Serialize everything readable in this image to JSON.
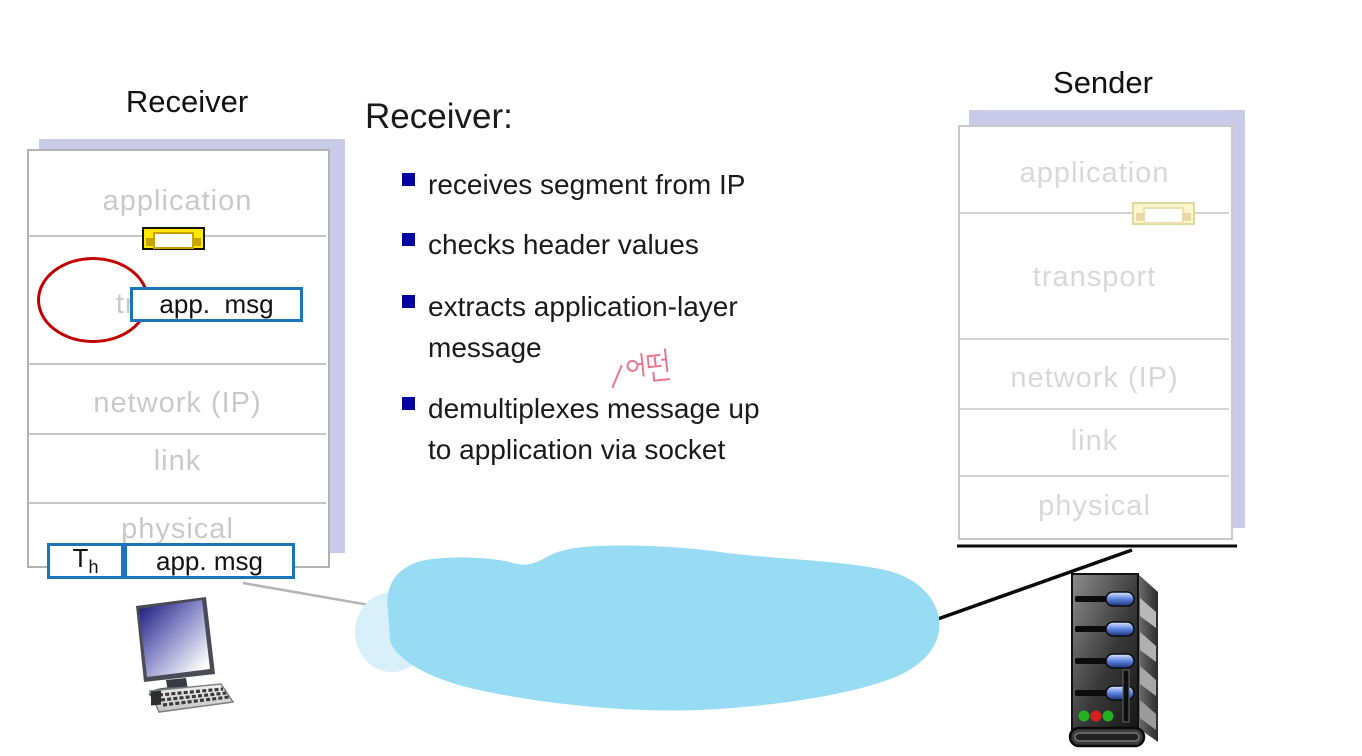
{
  "slide": {
    "heading": "Receiver:",
    "bullets": [
      {
        "lines": [
          "receives segment from IP"
        ]
      },
      {
        "lines": [
          "checks header values"
        ]
      },
      {
        "lines": [
          "extracts application-layer",
          "message"
        ]
      },
      {
        "lines": [
          "demultiplexes message up",
          "to application via socket"
        ]
      }
    ],
    "annotation": "어떤"
  },
  "receiver_stack": {
    "title": "Receiver",
    "layers": [
      "application",
      "transport",
      "network (IP)",
      "link",
      "physical"
    ],
    "app_msg_label": "app.  msg",
    "packet": {
      "header": "T",
      "header_sub": "h",
      "payload": "app. msg"
    }
  },
  "sender_stack": {
    "title": "Sender",
    "layers": [
      "application",
      "transport",
      "network (IP)",
      "link",
      "physical"
    ]
  },
  "icons": {
    "socket": "socket-icon",
    "desktop_computer": "desktop-computer-icon",
    "server": "server-tower-icon",
    "cloud": "network-cloud-shape"
  },
  "colors": {
    "box_border_blue": "#1b75bc",
    "bullet_blue": "#0000a0",
    "circle_red": "#c00000",
    "cloud_blue": "#98dcf4",
    "shadow_lavender": "#c9c9e8",
    "socket_yellow": "#ffe800",
    "annotation_pink": "#e8768c",
    "layer_text_gray": "#c9c9c9"
  }
}
